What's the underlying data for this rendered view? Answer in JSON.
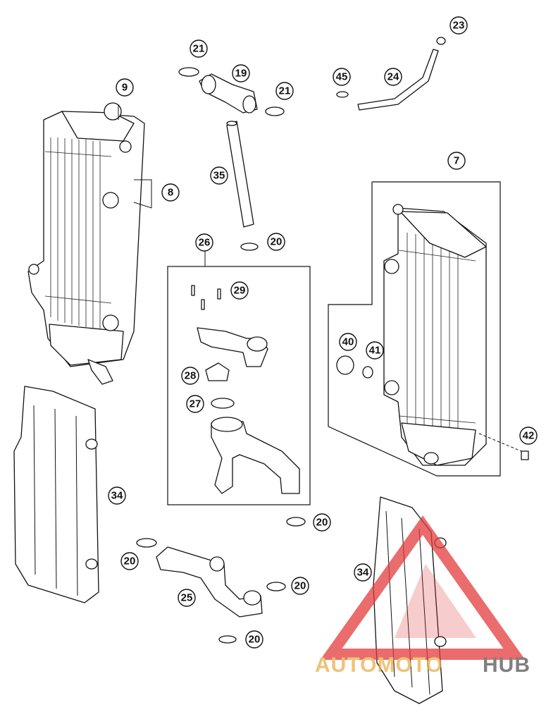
{
  "callouts": [
    "9",
    "8",
    "21",
    "19",
    "21",
    "35",
    "20",
    "45",
    "24",
    "23",
    "7",
    "26",
    "29",
    "28",
    "27",
    "40",
    "41",
    "42",
    "34",
    "20",
    "20",
    "25",
    "20",
    "20",
    "34"
  ],
  "watermark": {
    "text_part1": "AUTOMOTO",
    "text_part2": "HUB",
    "color_accent": "#e8b04a",
    "color_main": "#e33b3b",
    "color_hub": "#555555"
  }
}
